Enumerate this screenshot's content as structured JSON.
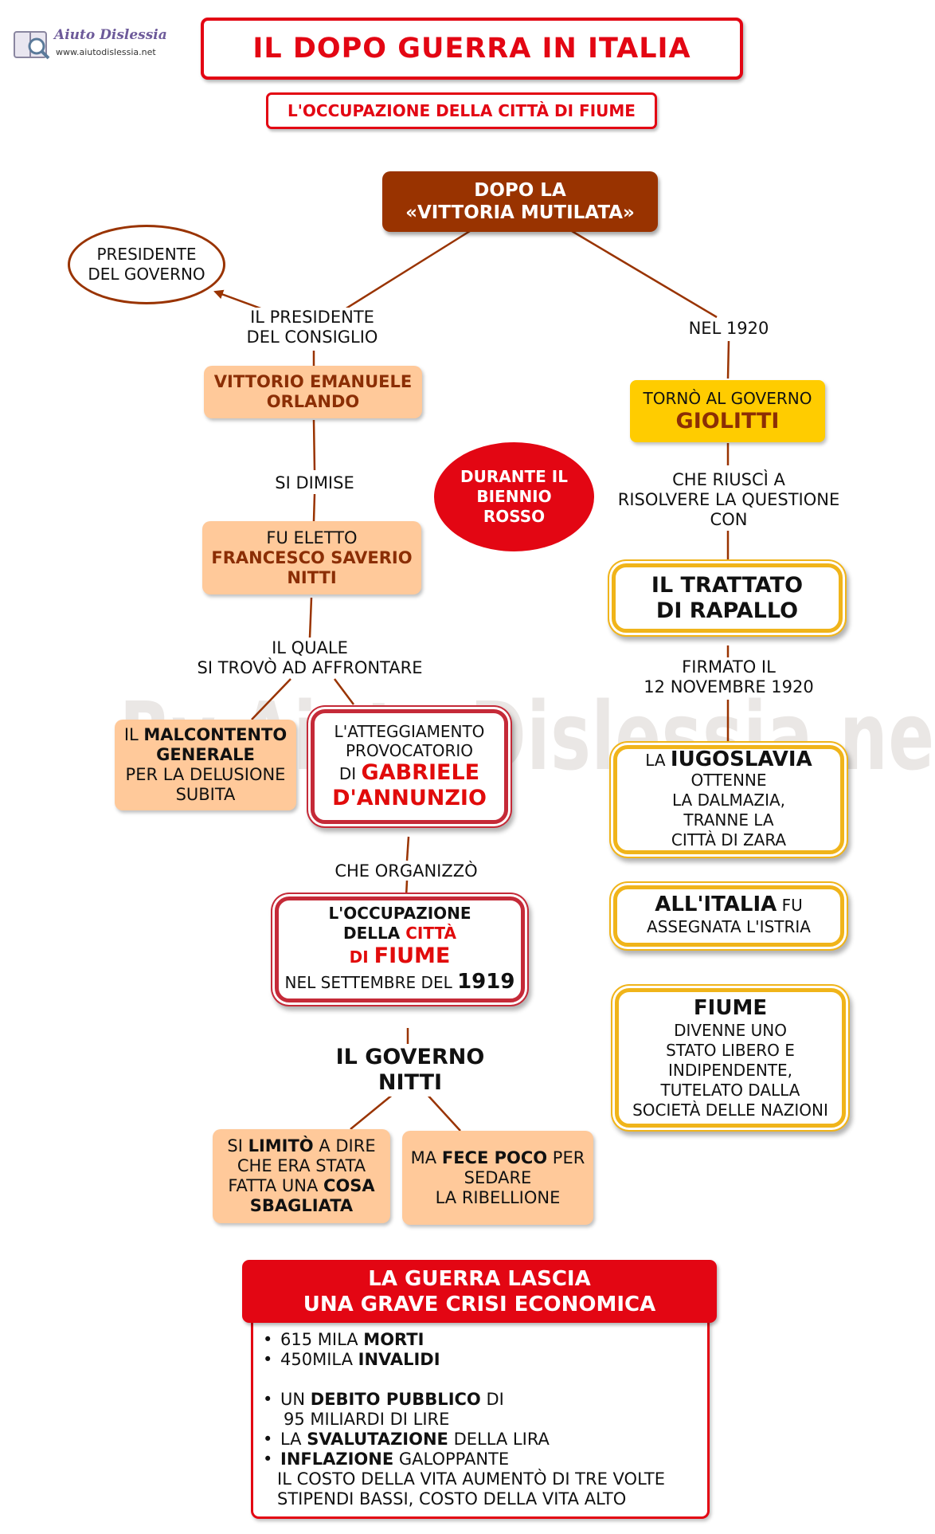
{
  "logo": {
    "name": "Aiuto Dislessia",
    "url": "www.aiutodislessia.net"
  },
  "title": "IL DOPO GUERRA IN ITALIA",
  "subtitle": "L'OCCUPAZIONE DELLA CITTÀ DI FIUME",
  "watermark": "By Aiuto Dislessia.net",
  "root": {
    "line1": "DOPO LA",
    "line2": "«VITTORIA MUTILATA»"
  },
  "oval_presidente": {
    "line1": "PRESIDENTE",
    "line2": "DEL GOVERNO"
  },
  "label_presidente_consiglio": {
    "line1": "IL PRESIDENTE",
    "line2": "DEL CONSIGLIO"
  },
  "orlando": {
    "line1": "VITTORIO EMANUELE",
    "line2": "ORLANDO"
  },
  "label_si_dimise": "SI DIMISE",
  "nitti": {
    "line1": "FU ELETTO",
    "line2": "FRANCESCO SAVERIO",
    "line3": "NITTI"
  },
  "label_il_quale": {
    "line1": "IL QUALE",
    "line2": "SI TROVÒ AD AFFRONTARE"
  },
  "biennio": {
    "line1": "DURANTE IL",
    "line2": "BIENNIO",
    "line3": "ROSSO"
  },
  "malcontento": {
    "pre": "IL ",
    "bold": "MALCONTENTO",
    "line2": "GENERALE",
    "line3": "PER LA DELUSIONE",
    "line4": "SUBITA"
  },
  "dannunzio": {
    "line1": "L'ATTEGGIAMENTO",
    "line2": "PROVOCATORIO",
    "line3_pre": "DI ",
    "line3_name": "GABRIELE",
    "line4": "D'ANNUNZIO"
  },
  "label_che_organizzo": "CHE ORGANIZZÒ",
  "occupazione": {
    "line1": "L'OCCUPAZIONE",
    "line2_pre": "DELLA ",
    "line2_red": "CITTÀ",
    "line3_pre": "DI ",
    "line3_red": "FIUME",
    "line4_pre": "NEL SETTEMBRE DEL ",
    "line4_year": "1919"
  },
  "governo_nitti": {
    "line1": "IL GOVERNO",
    "line2": "NITTI"
  },
  "si_limito": {
    "pre": "SI ",
    "bold1": "LIMITÒ",
    "post1": " A DIRE",
    "line2": "CHE ERA STATA",
    "line3_pre": "FATTA UNA ",
    "line3_bold": "COSA",
    "line4": "SBAGLIATA"
  },
  "fece_poco": {
    "pre": "MA ",
    "bold": "FECE POCO",
    "post": " PER",
    "line2": "SEDARE",
    "line3": "LA RIBELLIONE"
  },
  "label_nel_1920": "NEL 1920",
  "giolitti": {
    "line1": "TORNÒ AL GOVERNO",
    "line2": "GIOLITTI"
  },
  "label_risolvere": {
    "line1": "CHE RIUSCÌ A",
    "line2": "RISOLVERE LA QUESTIONE",
    "line3": "CON"
  },
  "trattato": {
    "line1": "IL TRATTATO",
    "line2": "DI RAPALLO"
  },
  "label_firmato": {
    "line1": "FIRMATO IL",
    "line2": "12 NOVEMBRE 1920"
  },
  "jugoslavia": {
    "pre": "LA ",
    "bold": "IUGOSLAVIA",
    "line2": "OTTENNE",
    "line3": "LA DALMAZIA,",
    "line4": "TRANNE LA",
    "line5": "CITTÀ DI ZARA"
  },
  "italia": {
    "bold": "ALL'ITALIA",
    "post": " FU",
    "line2": "ASSEGNATA L'ISTRIA"
  },
  "fiume_box": {
    "title": "FIUME",
    "line2": "DIVENNE UNO",
    "line3": "STATO LIBERO E",
    "line4": "INDIPENDENTE,",
    "line5": "TUTELATO DALLA",
    "line6": "SOCIETÀ DELLE NAZIONI"
  },
  "crisi": {
    "header_line1": "LA GUERRA LASCIA",
    "header_line2": "UNA GRAVE CRISI ECONOMICA",
    "item1_pre": "615 MILA ",
    "item1_bold": "MORTI",
    "item2_pre": "450MILA ",
    "item2_bold": "INVALIDI",
    "item3_pre": "UN ",
    "item3_bold": "DEBITO PUBBLICO",
    "item3_post": " DI",
    "item3_line2": "95 MILIARDI DI LIRE",
    "item4_pre": "LA ",
    "item4_bold": "SVALUTAZIONE",
    "item4_post": " DELLA LIRA",
    "item5_bold": "INFLAZIONE",
    "item5_post": " GALOPPANTE",
    "item6": "IL COSTO DELLA VITA AUMENTÒ DI TRE VOLTE",
    "item7": "STIPENDI BASSI, COSTO DELLA VITA ALTO"
  },
  "colors": {
    "brown": "#993300",
    "red": "#e30613",
    "peach": "#ffc99a",
    "gold": "#f0b41a",
    "yellow": "#ffcc00",
    "crimson": "#c52a38"
  }
}
